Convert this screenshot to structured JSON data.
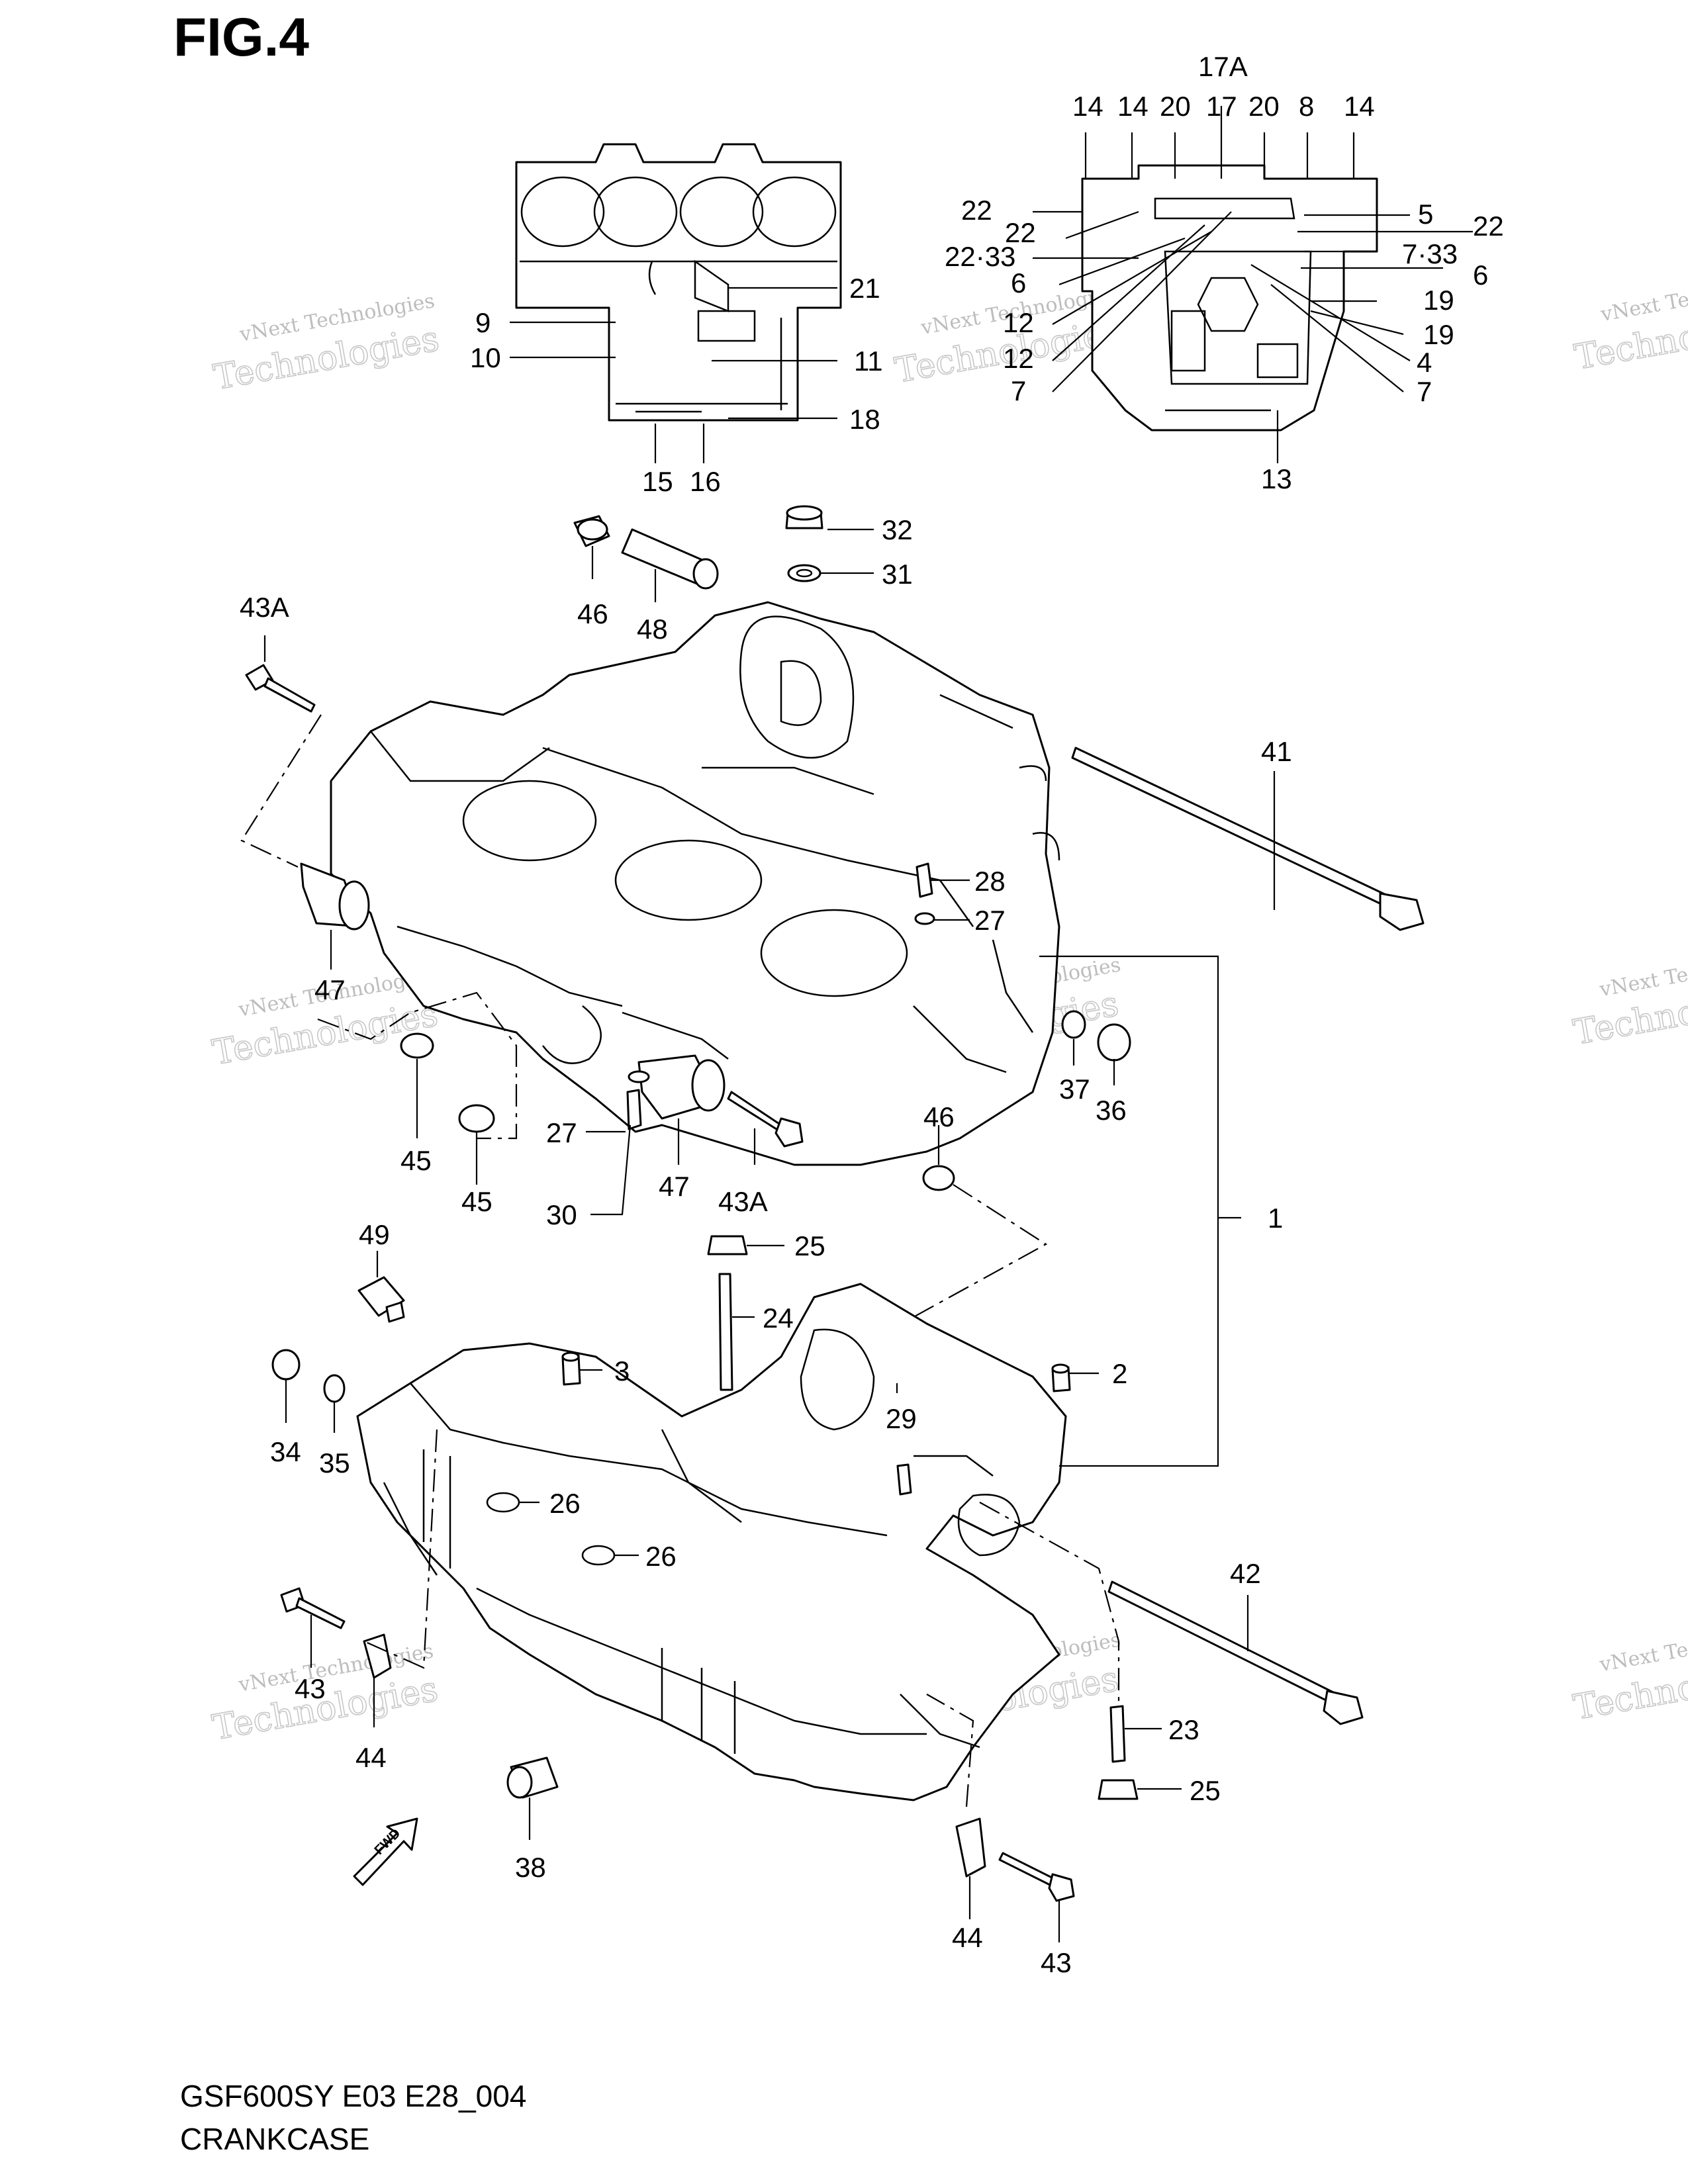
{
  "figure": {
    "title": "FIG.4"
  },
  "footer": {
    "model_code": "GSF600SY  E03  E28_004",
    "caption": "CRANKCASE"
  },
  "watermark": {
    "line1": "vNext Technologies",
    "line2": "Technologies"
  },
  "fwd_arrow_label": "FWD",
  "callouts": {
    "c17a": "17A",
    "c14a": "14",
    "c14b": "14",
    "c20a": "20",
    "c17": "17",
    "c20b": "20",
    "c8": "8",
    "c14c": "14",
    "c22a": "22",
    "c22b": "22",
    "c22c": "22",
    "c2233": "22·33",
    "c6a": "6",
    "c12a": "12",
    "c12b": "12",
    "c7a": "7",
    "c5": "5",
    "c733": "7·33",
    "c6b": "6",
    "c19a": "19",
    "c19b": "19",
    "c4": "4",
    "c7b": "7",
    "c13": "13",
    "c9": "9",
    "c10": "10",
    "c21": "21",
    "c11": "11",
    "c18": "18",
    "c15": "15",
    "c16": "16",
    "c32": "32",
    "c31": "31",
    "c46a": "46",
    "c48": "48",
    "c43aa": "43A",
    "c41": "41",
    "c28": "28",
    "c27a": "27",
    "c47a": "47",
    "c45a": "45",
    "c45b": "45",
    "c27b": "27",
    "c30": "30",
    "c47b": "47",
    "c43ab": "43A",
    "c46b": "46",
    "c37": "37",
    "c36": "36",
    "c1": "1",
    "c49": "49",
    "c25a": "25",
    "c24": "24",
    "c3": "3",
    "c2": "2",
    "c29": "29",
    "c34": "34",
    "c35": "35",
    "c26a": "26",
    "c26b": "26",
    "c42": "42",
    "c43a": "43",
    "c44a": "44",
    "c23": "23",
    "c25b": "25",
    "c38": "38",
    "c44b": "44",
    "c43b": "43"
  }
}
